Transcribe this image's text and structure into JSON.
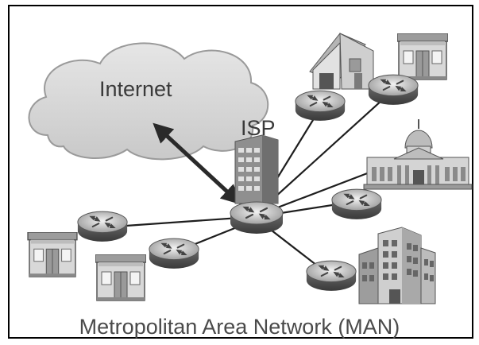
{
  "diagram": {
    "labels": {
      "internet": "Internet",
      "isp": "ISP",
      "caption": "Metropolitan Area Network (MAN)"
    },
    "nodes": [
      {
        "id": "internet",
        "kind": "cloud",
        "label_ref": "internet"
      },
      {
        "id": "isp",
        "kind": "office-tower",
        "label_ref": "isp"
      },
      {
        "id": "core",
        "kind": "router"
      },
      {
        "id": "r-top-left",
        "kind": "router"
      },
      {
        "id": "r-top-right",
        "kind": "router"
      },
      {
        "id": "r-right",
        "kind": "router"
      },
      {
        "id": "r-bottom-right",
        "kind": "router"
      },
      {
        "id": "r-left",
        "kind": "router"
      },
      {
        "id": "r-bottom-left",
        "kind": "router"
      },
      {
        "id": "house",
        "kind": "home"
      },
      {
        "id": "shop-top-right",
        "kind": "shop"
      },
      {
        "id": "government",
        "kind": "capitol-building"
      },
      {
        "id": "apartments",
        "kind": "apartment-block"
      },
      {
        "id": "shop-left",
        "kind": "shop"
      },
      {
        "id": "shop-bottom-left",
        "kind": "shop"
      }
    ],
    "edges": [
      {
        "from": "internet",
        "to": "core",
        "style": "bidirectional-arrow"
      },
      {
        "from": "core",
        "to": "r-top-left",
        "style": "line"
      },
      {
        "from": "core",
        "to": "r-top-right",
        "style": "line"
      },
      {
        "from": "core",
        "to": "government",
        "style": "line"
      },
      {
        "from": "core",
        "to": "r-right",
        "style": "line"
      },
      {
        "from": "core",
        "to": "r-bottom-right",
        "style": "line"
      },
      {
        "from": "core",
        "to": "r-left",
        "style": "line"
      },
      {
        "from": "core",
        "to": "r-bottom-left",
        "style": "line"
      }
    ]
  }
}
